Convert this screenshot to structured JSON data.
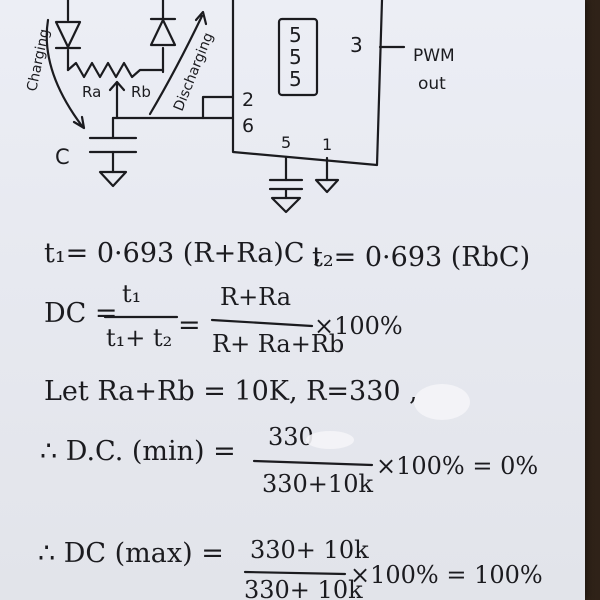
{
  "circuit": {
    "chip_digits": [
      "5",
      "5",
      "5"
    ],
    "pin_3": "3",
    "pin_2": "2",
    "pin_6": "6",
    "pin_5": "5",
    "pin_1": "1",
    "output_label_line1": "PWM",
    "output_label_line2": "out",
    "capacitor_label": "C",
    "resistor_a_label": "Ra",
    "resistor_b_label": "Rb",
    "charging_label": "Charging",
    "discharging_label": "Discharging"
  },
  "equations": {
    "timing_t1": "t₁= 0·693 (R+Ra)C ,",
    "timing_t2": "t₂= 0·693 (RbC)",
    "dc_lhs": "DC =",
    "dc_frac1_num": "t₁",
    "dc_frac1_den": "t₁+ t₂",
    "dc_equals": "=",
    "dc_frac2_num": "R+Ra",
    "dc_frac2_den": "R+ Ra+Rb",
    "dc_times": "×100%",
    "let_line": "Let  Ra+Rb = 10K,  R=330 ,",
    "min_lhs": "∴ D.C. (min)  =",
    "min_num": "330",
    "min_den": "330+10k",
    "min_result": "×100% = 0%",
    "max_lhs": "∴ DC (max)  =",
    "max_num": "330+ 10k",
    "max_den": "330+ 10k",
    "max_result": "×100% = 100%"
  }
}
